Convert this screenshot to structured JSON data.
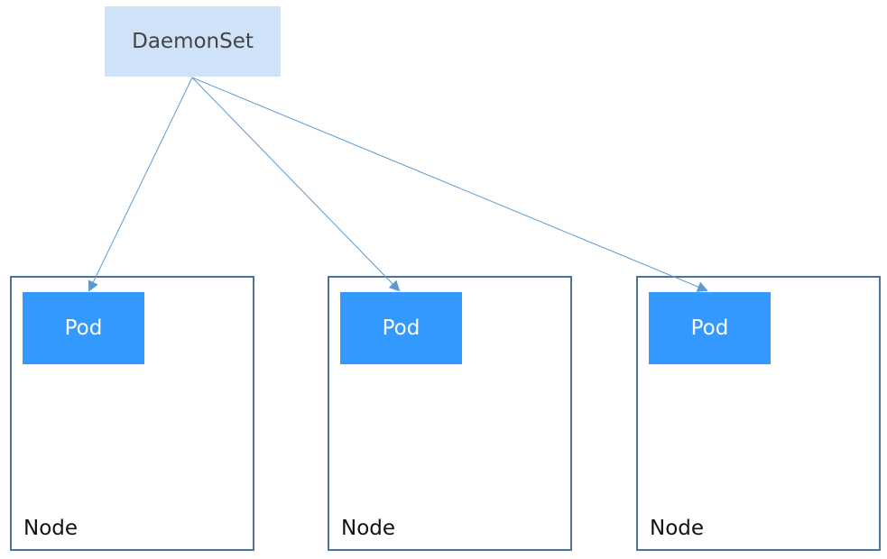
{
  "daemonset": {
    "label": "DaemonSet"
  },
  "nodes": [
    {
      "label": "Node",
      "pod_label": "Pod"
    },
    {
      "label": "Node",
      "pod_label": "Pod"
    },
    {
      "label": "Node",
      "pod_label": "Pod"
    }
  ],
  "colors": {
    "daemonset_fill": "#cfe2f8",
    "pod_fill": "#3399ff",
    "node_border": "#4a7399",
    "arrow": "#5b9bd5"
  }
}
